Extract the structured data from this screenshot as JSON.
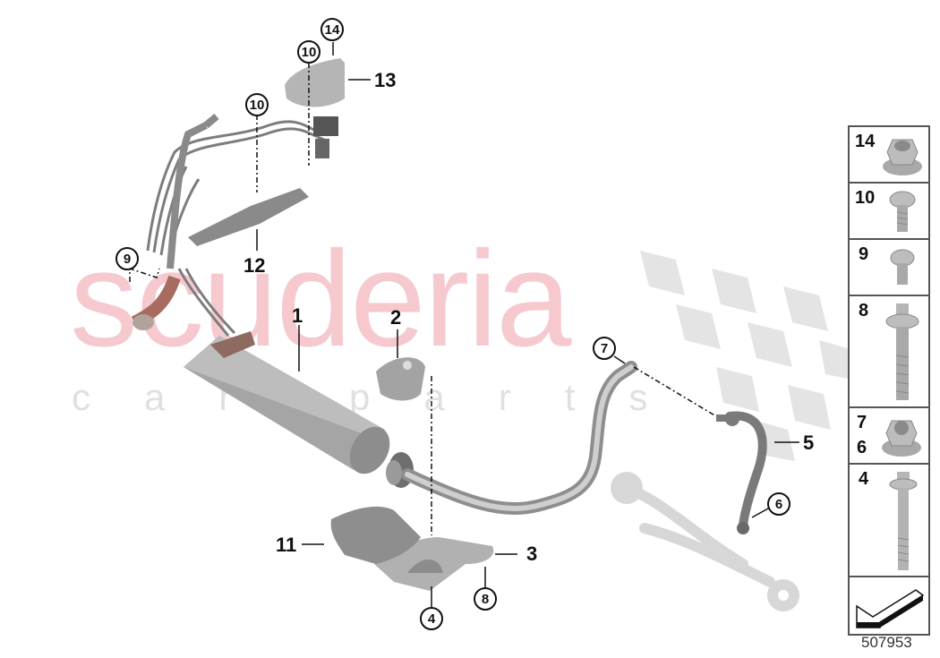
{
  "watermark": {
    "brand": "scuderia",
    "subline": "car parts"
  },
  "diagram": {
    "document_number": "507953",
    "callouts": [
      {
        "id": "1",
        "type": "plain"
      },
      {
        "id": "2",
        "type": "plain"
      },
      {
        "id": "3",
        "type": "plain"
      },
      {
        "id": "4",
        "type": "circled"
      },
      {
        "id": "5",
        "type": "plain"
      },
      {
        "id": "6",
        "type": "circled"
      },
      {
        "id": "7",
        "type": "circled"
      },
      {
        "id": "8",
        "type": "circled"
      },
      {
        "id": "9",
        "type": "circled"
      },
      {
        "id": "10",
        "type": "circled"
      },
      {
        "id": "10b",
        "label": "10",
        "type": "circled"
      },
      {
        "id": "11",
        "type": "plain"
      },
      {
        "id": "12",
        "type": "plain"
      },
      {
        "id": "13",
        "type": "plain"
      },
      {
        "id": "14",
        "type": "circled"
      }
    ],
    "labels": {
      "c1": "1",
      "c2": "2",
      "c3": "3",
      "c4": "4",
      "c5": "5",
      "c6": "6",
      "c7": "7",
      "c8": "8",
      "c9": "9",
      "c10a": "10",
      "c10b": "10",
      "c11": "11",
      "c12": "12",
      "c13": "13",
      "c14": "14"
    },
    "parts": [
      {
        "id": "1",
        "name": "stabilizer bar with actuator"
      },
      {
        "id": "2",
        "name": "upper bracket"
      },
      {
        "id": "3",
        "name": "lower bracket"
      },
      {
        "id": "5",
        "name": "stabilizer link"
      },
      {
        "id": "11",
        "name": "mounting plate"
      },
      {
        "id": "12",
        "name": "cable holder"
      },
      {
        "id": "13",
        "name": "control unit cover"
      }
    ]
  },
  "legend": {
    "items": [
      {
        "labels": [
          "14"
        ],
        "part": "hex-flange-nut"
      },
      {
        "labels": [
          "10"
        ],
        "part": "torx-screw"
      },
      {
        "labels": [
          "9"
        ],
        "part": "torx-screw-short"
      },
      {
        "labels": [
          "8"
        ],
        "part": "torx-bolt"
      },
      {
        "labels": [
          "7",
          "6"
        ],
        "part": "self-locking-hex-nut"
      },
      {
        "labels": [
          "4"
        ],
        "part": "hex-bolt-long"
      },
      {
        "labels": [],
        "part": "direction-arrow"
      }
    ],
    "l14": "14",
    "l10": "10",
    "l9": "9",
    "l8": "8",
    "l7": "7",
    "l6": "6",
    "l4": "4"
  }
}
